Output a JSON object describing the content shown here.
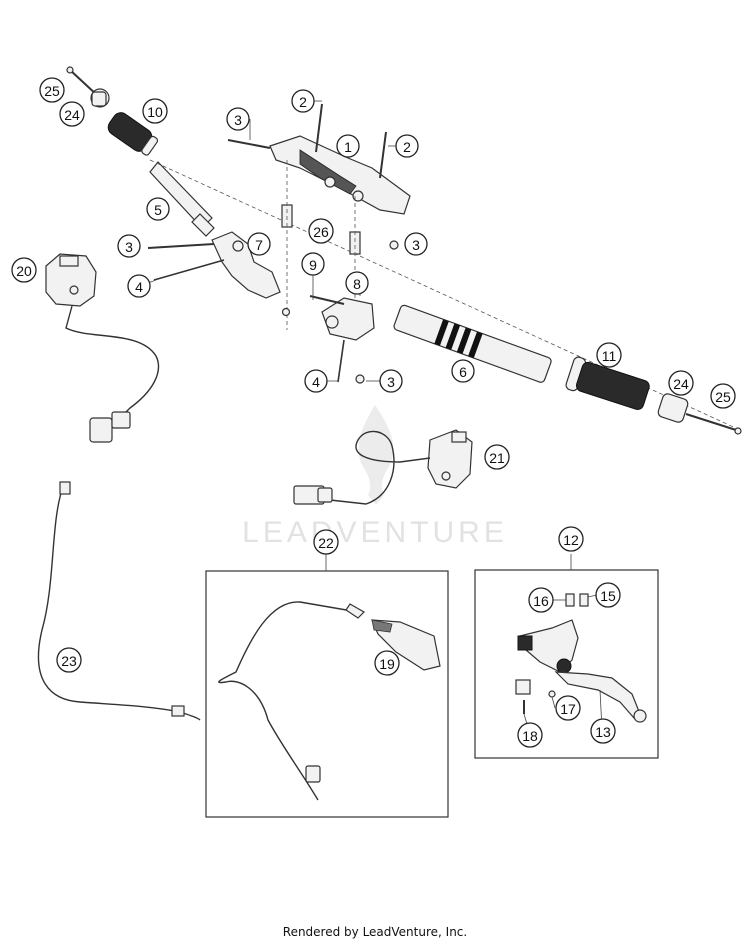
{
  "watermark": {
    "text": "LEADVENTURE"
  },
  "callouts": [
    "1",
    "2",
    "2",
    "3",
    "3",
    "3",
    "3",
    "3",
    "4",
    "4",
    "5",
    "6",
    "7",
    "8",
    "9",
    "10",
    "11",
    "12",
    "13",
    "15",
    "16",
    "17",
    "18",
    "19",
    "20",
    "21",
    "22",
    "23",
    "24",
    "24",
    "25",
    "25",
    "26"
  ],
  "footer": {
    "text": "Rendered by LeadVenture, Inc."
  }
}
